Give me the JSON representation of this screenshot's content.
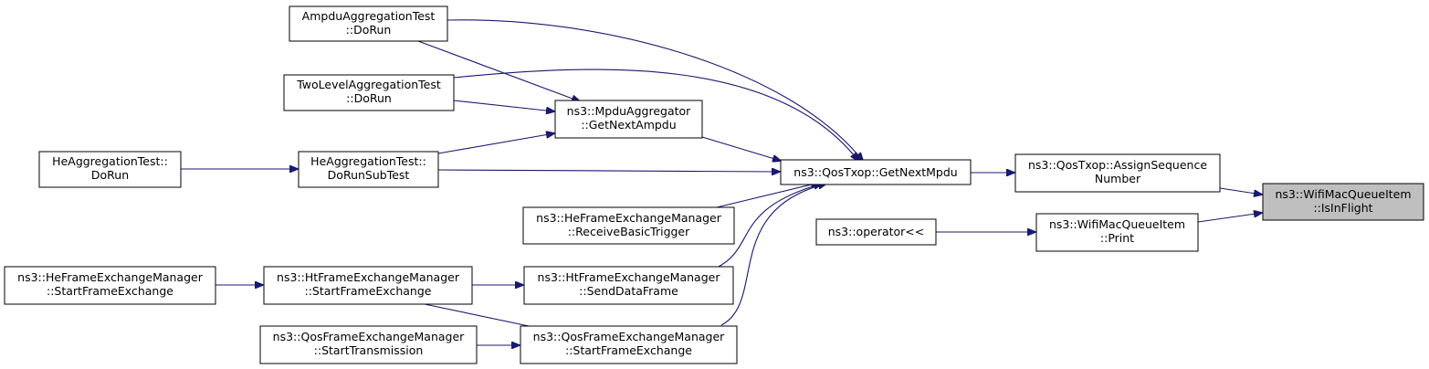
{
  "nodes": {
    "ampdu_test": [
      "AmpduAggregationTest",
      "::DoRun"
    ],
    "twolevel_test": [
      "TwoLevelAggregationTest",
      "::DoRun"
    ],
    "he_agg_dorun": [
      "HeAggregationTest::",
      "DoRun"
    ],
    "he_agg_subtest": [
      "HeAggregationTest::",
      "DoRunSubTest"
    ],
    "mpdu_aggregator": [
      "ns3::MpduAggregator",
      "::GetNextAmpdu"
    ],
    "he_fem_basic": [
      "ns3::HeFrameExchangeManager",
      "::ReceiveBasicTrigger"
    ],
    "he_fem_start": [
      "ns3::HeFrameExchangeManager",
      "::StartFrameExchange"
    ],
    "ht_fem_start": [
      "ns3::HtFrameExchangeManager",
      "::StartFrameExchange"
    ],
    "ht_fem_send": [
      "ns3::HtFrameExchangeManager",
      "::SendDataFrame"
    ],
    "qos_fem_tx": [
      "ns3::QosFrameExchangeManager",
      "::StartTransmission"
    ],
    "qos_fem_start": [
      "ns3::QosFrameExchangeManager",
      "::StartFrameExchange"
    ],
    "get_next_mpdu": [
      "ns3::QosTxop::GetNextMpdu"
    ],
    "operator": [
      "ns3::operator<<"
    ],
    "assign_seq": [
      "ns3::QosTxop::AssignSequence",
      "Number"
    ],
    "item_print": [
      "ns3::WifiMacQueueItem",
      "::Print"
    ],
    "is_in_flight": [
      "ns3::WifiMacQueueItem",
      "::IsInFlight"
    ]
  },
  "colors": {
    "edge": "#191970",
    "focus_fill": "#bfbfbf",
    "node_fill": "#ffffff",
    "border": "#000000"
  }
}
